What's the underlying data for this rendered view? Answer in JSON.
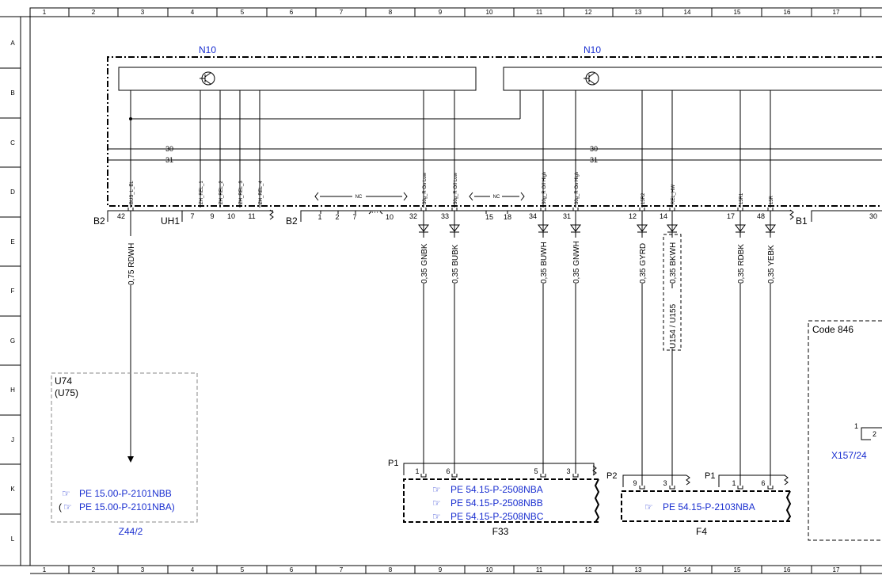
{
  "grid": {
    "cols": [
      "1",
      "2",
      "3",
      "4",
      "5",
      "6",
      "7",
      "8",
      "9",
      "10",
      "11",
      "12",
      "13",
      "14",
      "15",
      "16",
      "17"
    ],
    "rows": [
      "A",
      "B",
      "C",
      "D",
      "E",
      "F",
      "G",
      "H",
      "J",
      "K",
      "L"
    ]
  },
  "module_left": {
    "name": "N10"
  },
  "module_right": {
    "name": "N10"
  },
  "bus": {
    "line30": "30",
    "line31": "31"
  },
  "connectors": {
    "b2_left": "B2",
    "uh1": "UH1",
    "b2_mid": "B2",
    "b1": "B1",
    "right_edge_pin": "30"
  },
  "signals": {
    "bus_l_el": "BUS_L_EL",
    "zh_rel_1": "ZH_REL_1",
    "zh_rel_2": "ZH_REL_2",
    "zh_rel_3": "ZH_REL_3",
    "zh_rel_4": "ZH_REL_4",
    "r30g_onlow": "30g_R On Low",
    "r30g_offlow": "30g_R Off Low",
    "r30g_offhigh": "30g_R Off High",
    "r30g_onhigh": "30g_R On High",
    "s15r2": "15R2",
    "rel_hw": "REL_HW",
    "s15r1": "15R1",
    "s15r": "15R",
    "nc1": "NC",
    "nc2": "NC"
  },
  "pins": {
    "p42": "42",
    "p7": "7",
    "p9": "9",
    "p10": "10",
    "p11": "11",
    "m1": "1",
    "m2": "2",
    "m7": "7",
    "m10": "10",
    "p32": "32",
    "p33": "33",
    "p15": "15",
    "p18": "18",
    "p34": "34",
    "p31": "31",
    "p12": "12",
    "p14": "14",
    "p17": "17",
    "p48": "48"
  },
  "wires": {
    "w1": "0,75 RDWH",
    "w2": "0,35 GNBK",
    "w3": "0,35 BUBK",
    "w4": "0,35 BUWH",
    "w5": "0,35 GNWH",
    "w6": "0,35 GYRD",
    "w7": "0,35 BKWH",
    "w7_alt": "U154 / U155",
    "w8": "0,35 RDBK",
    "w9": "0,35 YEBK"
  },
  "u74": {
    "line1": "U74",
    "line2": "(U75)",
    "ref1": "PE 15.00-P-2101NBB",
    "ref2": "PE 15.00-P-2101NBA)",
    "ref2_open": "(",
    "name": "Z44/2"
  },
  "f33": {
    "connector": "P1",
    "pin1": "1",
    "pin6": "6",
    "pin5": "5",
    "pin3": "3",
    "refs": [
      "PE 54.15-P-2508NBA",
      "PE 54.15-P-2508NBB",
      "PE 54.15-P-2508NBC"
    ],
    "name": "F33"
  },
  "f4": {
    "connector_p2": "P2",
    "p2pin9": "9",
    "p2pin3": "3",
    "connector_p1": "P1",
    "p1pin1": "1",
    "p1pin6": "6",
    "ref": "PE 54.15-P-2103NBA",
    "name": "F4"
  },
  "code846": {
    "label": "Code 846",
    "pin1": "1",
    "pin2": "2",
    "ref": "X157/24"
  },
  "colors": {
    "blue_text": "#1a2fd0",
    "line": "#000000",
    "dashed_gray": "#888888"
  }
}
